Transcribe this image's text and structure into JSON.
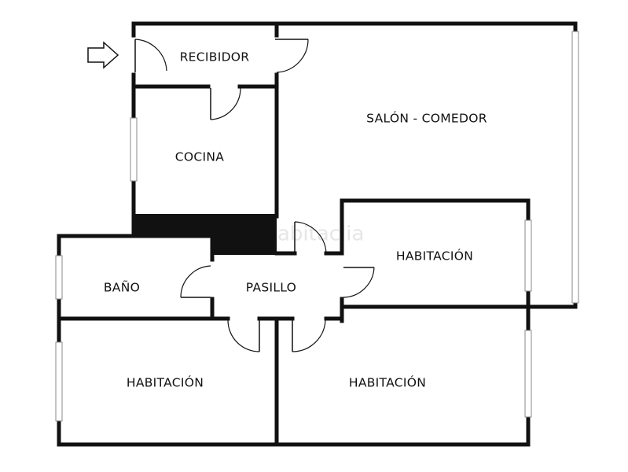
{
  "plan": {
    "watermark": "habitaclia",
    "rooms": {
      "recibidor": "RECIBIDOR",
      "salon_comedor": "SALÓN - COMEDOR",
      "cocina": "COCINA",
      "habitacion_1": "HABITACIÓN",
      "bano": "BAÑO",
      "pasillo": "PASILLO",
      "habitacion_2": "HABITACIÓN",
      "habitacion_3": "HABITACIÓN"
    }
  }
}
